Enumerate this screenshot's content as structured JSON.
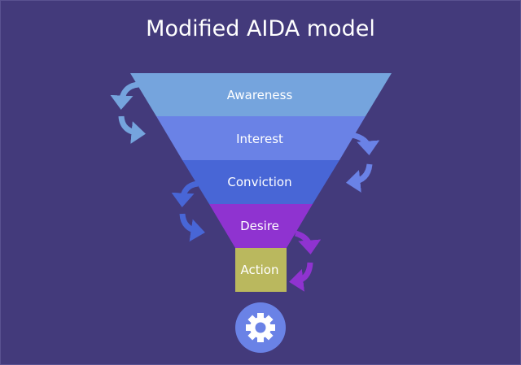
{
  "title": "Modified AIDA model",
  "stages": [
    {
      "label": "Awareness",
      "color": "#75a4dd"
    },
    {
      "label": "Interest",
      "color": "#6a82e6"
    },
    {
      "label": "Conviction",
      "color": "#4866d6"
    },
    {
      "label": "Desire",
      "color": "#8f33d0"
    },
    {
      "label": "Action",
      "color": "#bab85e"
    }
  ],
  "icon": "gear-icon",
  "background": "#433a7b"
}
